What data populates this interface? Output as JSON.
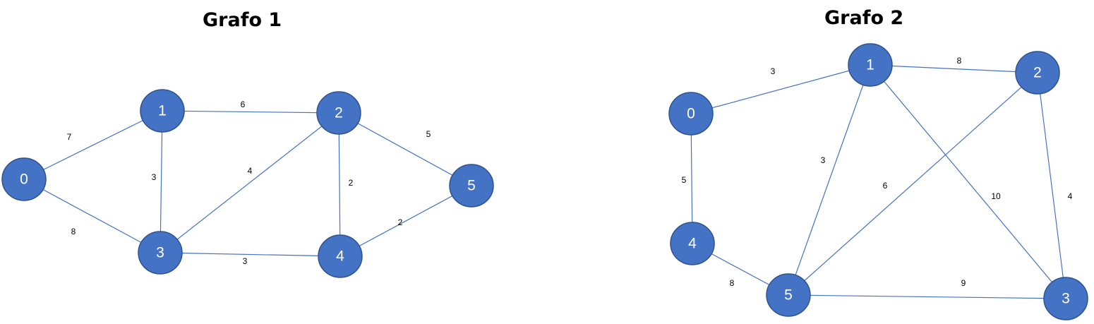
{
  "graphs": [
    {
      "title": "Grafo 1",
      "nodes": [
        "0",
        "1",
        "2",
        "3",
        "4",
        "5"
      ],
      "edges": [
        {
          "from": "0",
          "to": "1",
          "weight": "7"
        },
        {
          "from": "0",
          "to": "3",
          "weight": "8"
        },
        {
          "from": "1",
          "to": "2",
          "weight": "6"
        },
        {
          "from": "1",
          "to": "3",
          "weight": "3"
        },
        {
          "from": "2",
          "to": "3",
          "weight": "4"
        },
        {
          "from": "2",
          "to": "4",
          "weight": "2"
        },
        {
          "from": "2",
          "to": "5",
          "weight": "5"
        },
        {
          "from": "3",
          "to": "4",
          "weight": "3"
        },
        {
          "from": "4",
          "to": "5",
          "weight": "2"
        }
      ]
    },
    {
      "title": "Grafo 2",
      "nodes": [
        "0",
        "1",
        "2",
        "3",
        "4",
        "5"
      ],
      "edges": [
        {
          "from": "0",
          "to": "1",
          "weight": "3"
        },
        {
          "from": "0",
          "to": "4",
          "weight": "5"
        },
        {
          "from": "1",
          "to": "2",
          "weight": "8"
        },
        {
          "from": "1",
          "to": "5",
          "weight": "3"
        },
        {
          "from": "1",
          "to": "3",
          "weight": "10"
        },
        {
          "from": "2",
          "to": "5",
          "weight": "6"
        },
        {
          "from": "2",
          "to": "3",
          "weight": "4"
        },
        {
          "from": "4",
          "to": "5",
          "weight": "8"
        },
        {
          "from": "5",
          "to": "3",
          "weight": "9"
        }
      ]
    }
  ],
  "colors": {
    "node_fill": "#4472c4",
    "node_stroke": "#2f528f",
    "edge": "#4472c4",
    "node_text": "#ffffff",
    "weight_text": "#000000"
  }
}
